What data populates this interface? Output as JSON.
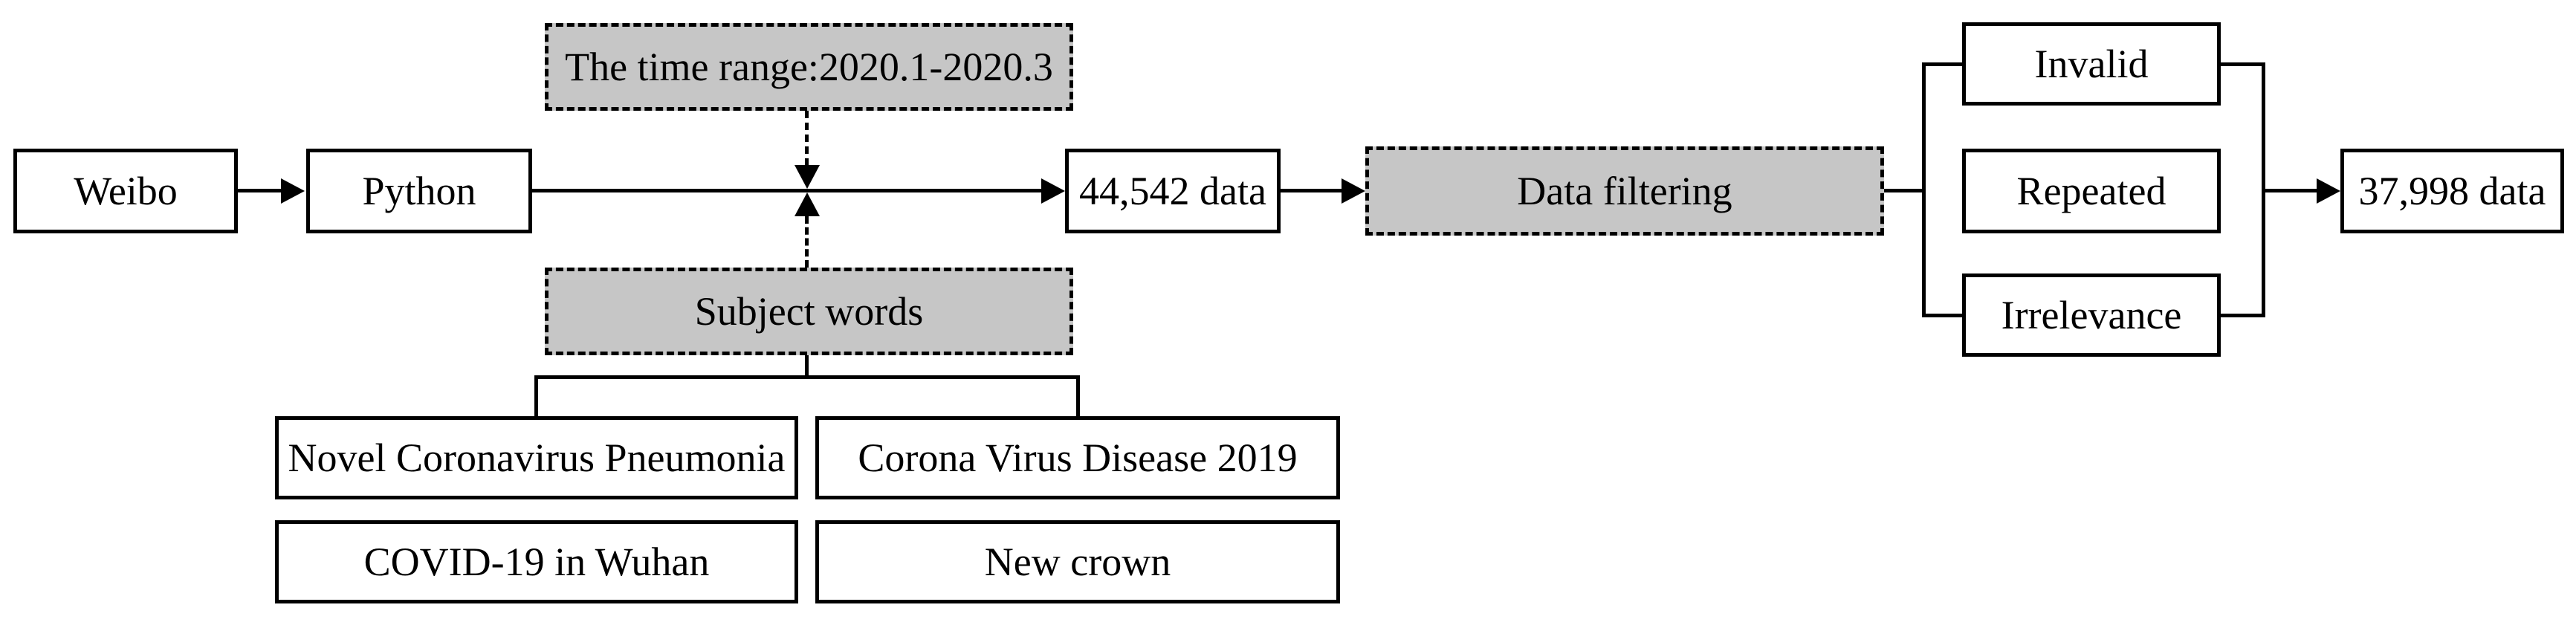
{
  "figure": {
    "type": "flowchart",
    "background_color": "#ffffff",
    "line_color": "#000000",
    "dashed_box_fill": "#c6c6c6"
  },
  "nodes": {
    "weibo": {
      "label": "Weibo",
      "style": "solid-white"
    },
    "python": {
      "label": "Python",
      "style": "solid-white"
    },
    "time_range": {
      "label": "The time range:2020.1-2020.3",
      "style": "dashed-gray"
    },
    "subject_words": {
      "label": "Subject words",
      "style": "dashed-gray"
    },
    "data_collected": {
      "label": "44,542 data",
      "style": "solid-white"
    },
    "data_filtering": {
      "label": "Data filtering",
      "style": "dashed-gray"
    },
    "invalid": {
      "label": "Invalid",
      "style": "solid-white"
    },
    "repeated": {
      "label": "Repeated",
      "style": "solid-white"
    },
    "irrelevance": {
      "label": "Irrelevance",
      "style": "solid-white"
    },
    "data_filtered": {
      "label": "37,998 data",
      "style": "solid-white"
    },
    "subject_word_1": {
      "label": "Novel Coronavirus Pneumonia",
      "style": "solid-white"
    },
    "subject_word_2": {
      "label": "Corona Virus Disease 2019",
      "style": "solid-white"
    },
    "subject_word_3": {
      "label": "COVID-19 in Wuhan",
      "style": "solid-white"
    },
    "subject_word_4": {
      "label": "New crown",
      "style": "solid-white"
    }
  },
  "edges": [
    "Weibo -> Python",
    "Python -> 44,542 data",
    "The time range:2020.1-2020.3 -> main line (dashed arrow down)",
    "Subject words -> main line (dashed arrow up)",
    "Subject words -> Novel Coronavirus Pneumonia / Corona Virus Disease 2019 (bracket)",
    "44,542 data -> Data filtering",
    "Data filtering -> Invalid / Repeated / Irrelevance (bracket)",
    "Invalid / Repeated / Irrelevance -> 37,998 data"
  ]
}
